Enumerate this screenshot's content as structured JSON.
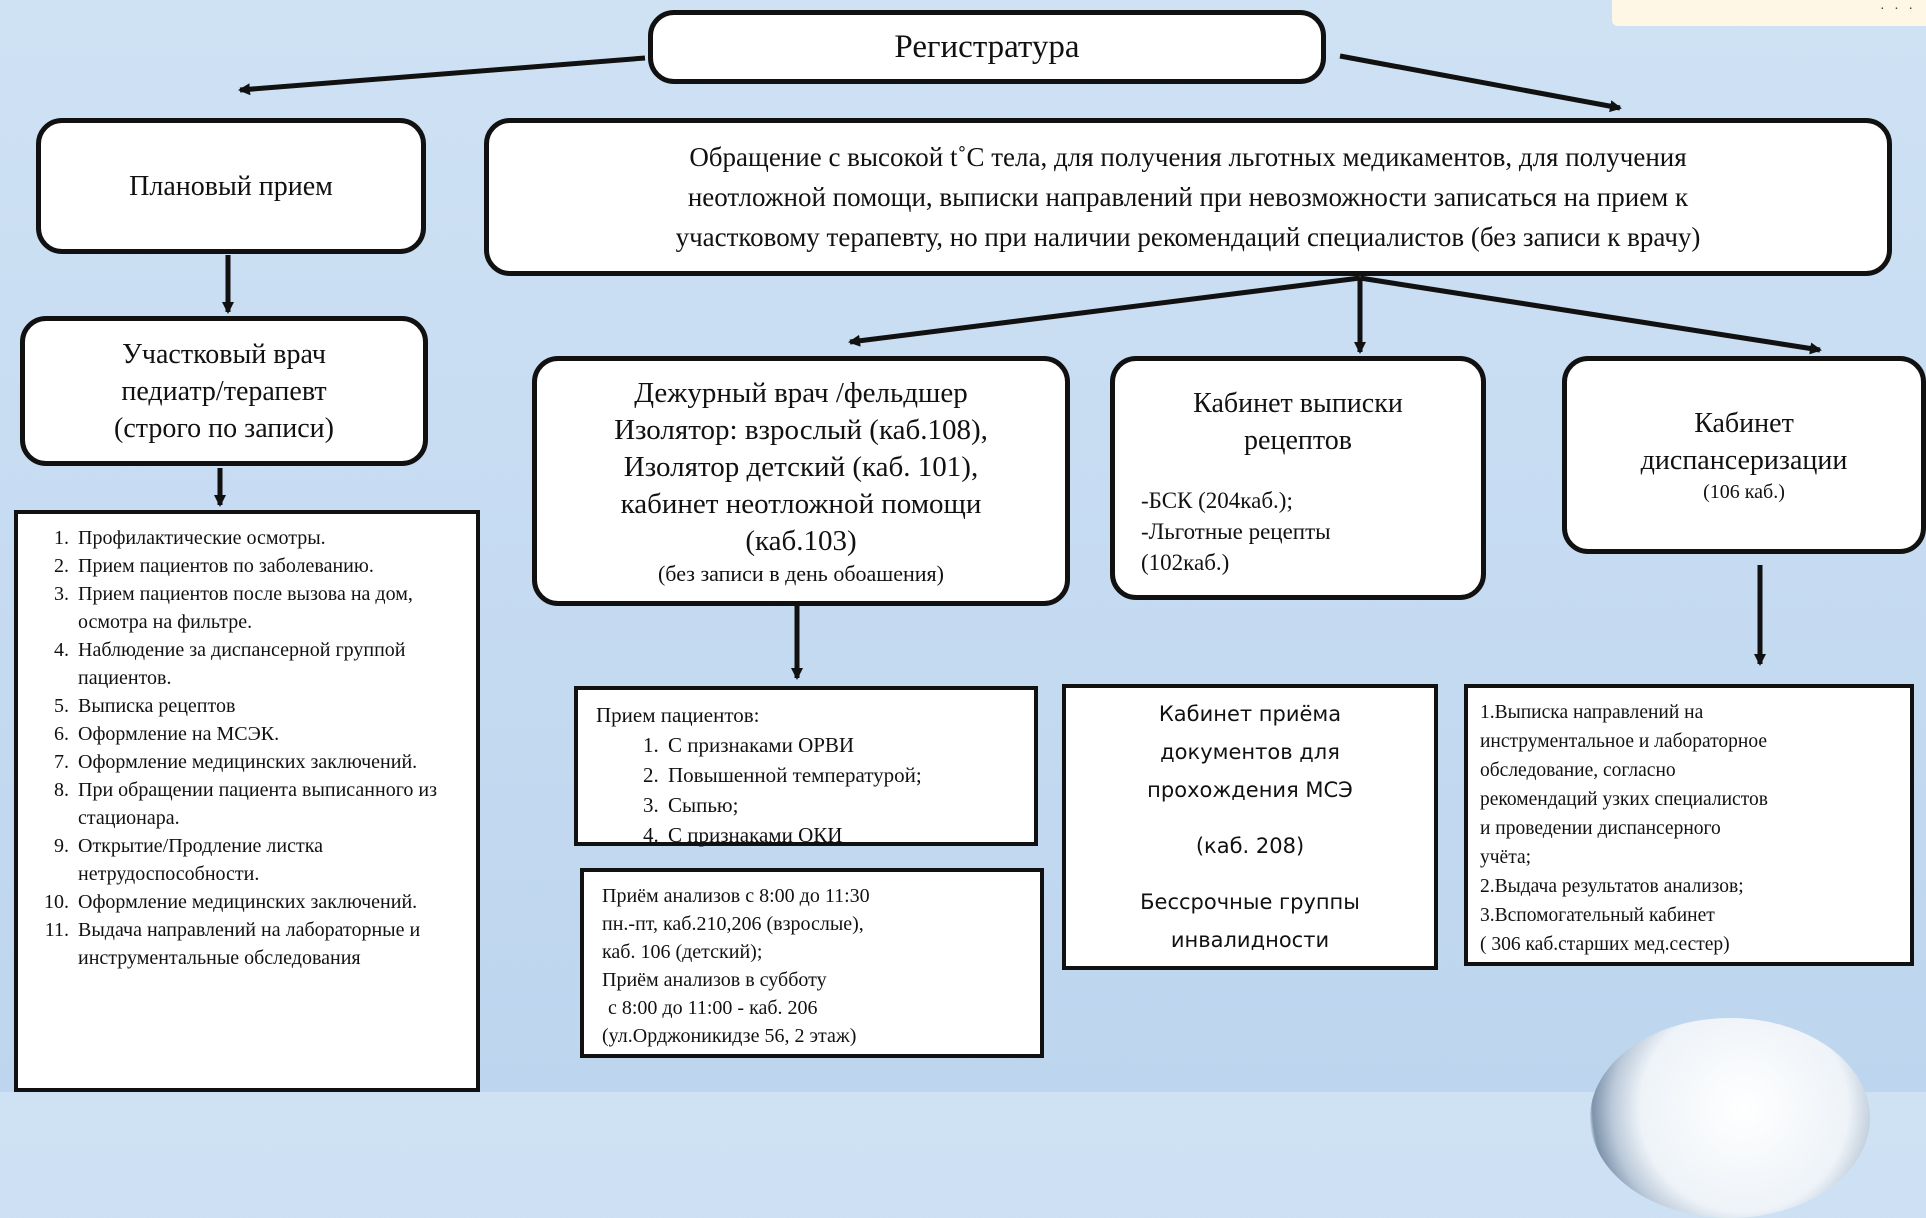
{
  "registry": "Регистратура",
  "planned": "Плановый прием",
  "walkin": {
    "lines": [
      "Обращение с высокой t˚С тела, для получения льготных медикаментов, для получения",
      "неотложной помощи, выписки направлений при невозможности записаться на прием к",
      "участковому терапевту, но при наличии рекомендаций специалистов (без записи к врачу)"
    ]
  },
  "district_doctor": {
    "lines": [
      "Участковый врач",
      "педиатр/терапевт",
      "(строго по записи)"
    ]
  },
  "duty_doctor": {
    "lines": [
      "Дежурный врач /фельдшер",
      "Изолятор: взрослый (каб.108),",
      "Изолятор детский (каб. 101),",
      "кабинет неотложной помощи",
      "(каб.103)"
    ],
    "note": "(без записи в день обоашения)"
  },
  "prescriptions": {
    "title_lines": [
      "Кабинет выписки",
      "рецептов"
    ],
    "items": [
      "-БСК (204каб.);",
      "-Льготные рецепты",
      "(102каб.)"
    ]
  },
  "dispensary": {
    "title_lines": [
      "Кабинет",
      "диспансеризации"
    ],
    "room": "(106 каб.)"
  },
  "district_services": [
    "Профилактические осмотры.",
    "Прием пациентов по заболеванию.",
    "Прием пациентов после вызова на дом, осмотра на фильтре.",
    "Наблюдение за диспансерной группой пациентов.",
    "Выписка рецептов",
    "Оформление на МСЭК.",
    "Оформление медицинских заключений.",
    "При обращении пациента выписанного из стационара.",
    "Открытие/Продление листка нетрудоспособности.",
    "Оформление медицинских заключений.",
    "Выдача направлений на лабораторные и инструментальные обследования"
  ],
  "patient_reception": {
    "heading": "Прием пациентов:",
    "items": [
      "С признаками ОРВИ",
      "Повышенной температурой;",
      "Сыпью;",
      "С признаками ОКИ"
    ]
  },
  "analyses": {
    "lines": [
      "Приём анализов с 8:00 до 11:30",
      "пн.-пт, каб.210,206 (взрослые),",
      "каб. 106 (детский);",
      "Приём анализов в субботу",
      "с 8:00 до 11:00 - каб. 206",
      "(ул.Орджоникидзе 56, 2 этаж)"
    ]
  },
  "mse": {
    "lines": [
      "Кабинет приёма",
      "документов для",
      "прохождения МСЭ",
      "(каб. 208)",
      "Бессрочные группы",
      "инвалидности"
    ]
  },
  "dispensary_services": {
    "lines": [
      "1.Выписка направлений на",
      "инструментальное и лабораторное",
      "обследование, согласно",
      "рекомендаций узких специалистов",
      "и проведении диспансерного",
      "учёта;",
      "2.Выдача результатов анализов;",
      "3.Вспомогательный кабинет",
      "( 306 каб.старших мед.сестер)"
    ]
  }
}
